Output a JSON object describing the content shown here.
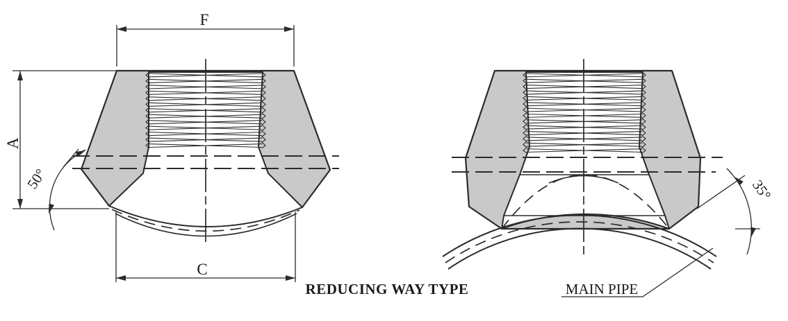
{
  "labels": {
    "dim_f": "F",
    "dim_a": "A",
    "dim_c": "C",
    "angle_left": "50°",
    "angle_right": "35°",
    "main_pipe": "MAIN PIPE",
    "caption": "REDUCING WAY TYPE"
  },
  "colors": {
    "body_fill": "#c9c9c9",
    "line": "#2b2b2b",
    "text": "#1a1a1a",
    "background": "#ffffff"
  }
}
